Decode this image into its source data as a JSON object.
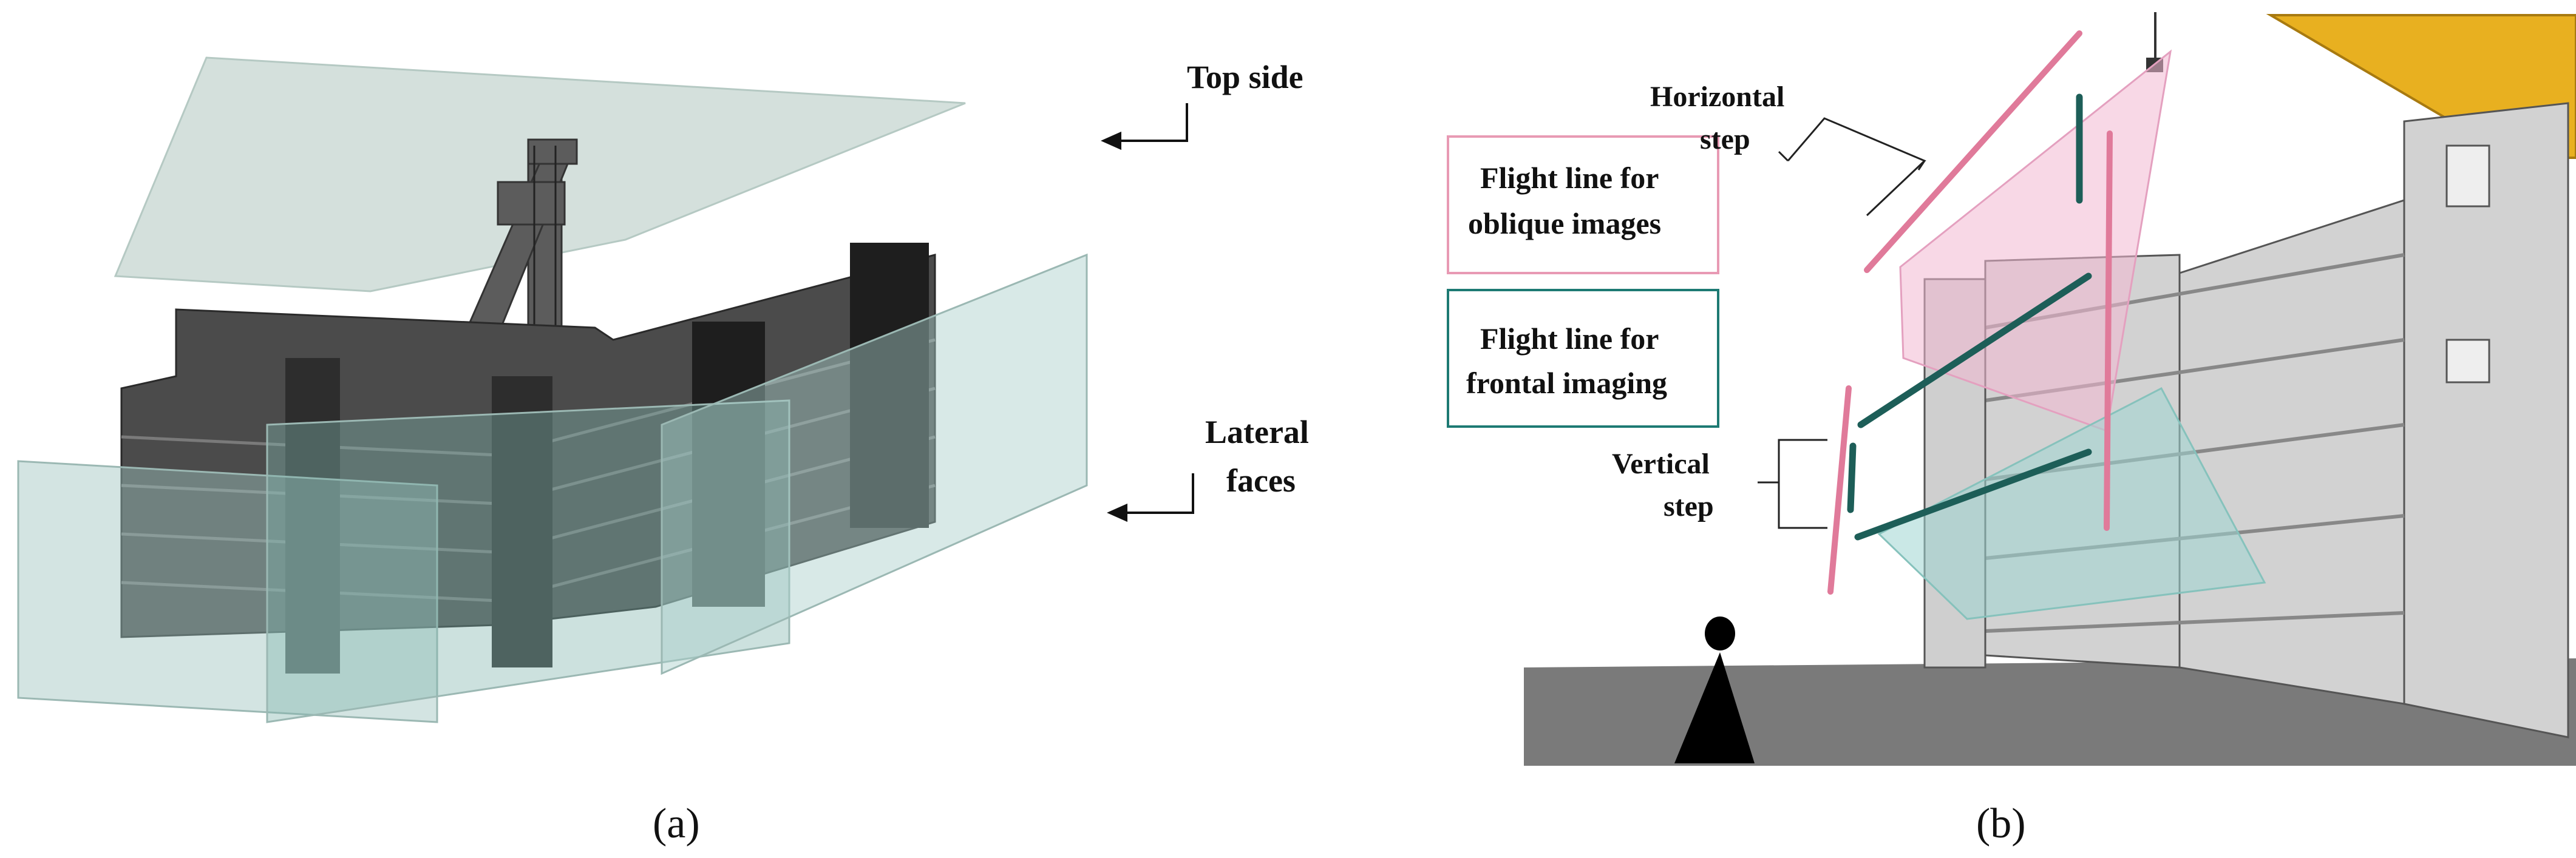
{
  "panel_a": {
    "caption": "(a)",
    "labels": {
      "top_side": "Top side",
      "lateral_faces_line1": "Lateral",
      "lateral_faces_line2": "faces"
    }
  },
  "panel_b": {
    "caption": "(b)",
    "labels": {
      "horizontal_step_line1": "Horizontal",
      "horizontal_step_line2": "step",
      "vertical_step_line1": "Vertical",
      "vertical_step_line2": "step"
    },
    "legend": {
      "oblique_line1": "Flight line for",
      "oblique_line2": "oblique images",
      "frontal_line1": "Flight line for",
      "frontal_line2": "frontal imaging"
    }
  },
  "colors": {
    "plane_gray": "#c9d9d4",
    "plane_teal": "#9fc7c2",
    "building_dark": "#4a4a4a",
    "oblique_pink": "#e07a9a",
    "frontal_teal": "#1d5e58",
    "crane_yellow": "#e8b020",
    "ground": "#7a7a7a"
  }
}
